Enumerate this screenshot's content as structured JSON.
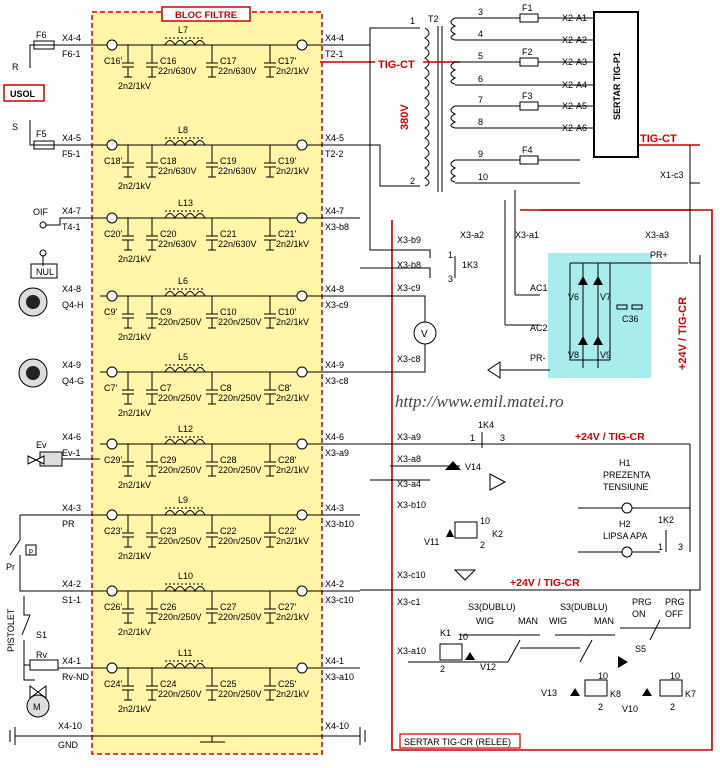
{
  "header": {
    "filter_title": "BLOC FILTRE"
  },
  "lines": [
    {
      "left": "X4-4",
      "left2": "F6-1",
      "right": "X4-4",
      "right2": "T2-1",
      "inductor": "L7",
      "caps": [
        {
          "n": "C16'",
          "v": "2n2/1kV"
        },
        {
          "n": "C16",
          "v": "22n/630V"
        },
        {
          "n": "C17",
          "v": "22n/630V"
        },
        {
          "n": "C17'",
          "v": "2n2/1kV"
        }
      ]
    },
    {
      "left": "X4-5",
      "left2": "F5-1",
      "right": "X4-5",
      "right2": "T2-2",
      "inductor": "L8",
      "caps": [
        {
          "n": "C18'",
          "v": "2n2/1kV"
        },
        {
          "n": "C18",
          "v": "22n/630V"
        },
        {
          "n": "C19",
          "v": "22n/630V"
        },
        {
          "n": "C19'",
          "v": "2n2/1kV"
        }
      ]
    },
    {
      "left": "X4-7",
      "left2": "T4-1",
      "right": "X4-7",
      "right2": "X3-b8",
      "inductor": "L13",
      "caps": [
        {
          "n": "C20'",
          "v": "2n2/1kV"
        },
        {
          "n": "C20",
          "v": "22n/630V"
        },
        {
          "n": "C21",
          "v": "22n/630V"
        },
        {
          "n": "C21'",
          "v": "2n2/1kV"
        }
      ]
    },
    {
      "left": "X4-8",
      "left2": "Q4-H",
      "right": "X4-8",
      "right2": "X3-c9",
      "inductor": "L6",
      "caps": [
        {
          "n": "C9'",
          "v": "2n2/1kV"
        },
        {
          "n": "C9",
          "v": "220n/250V"
        },
        {
          "n": "C10",
          "v": "220n/250V"
        },
        {
          "n": "C10'",
          "v": "2n2/1kV"
        }
      ]
    },
    {
      "left": "X4-9",
      "left2": "Q4-G",
      "right": "X4-9",
      "right2": "X3-c8",
      "inductor": "L5",
      "caps": [
        {
          "n": "C7'",
          "v": "2n2/1kV"
        },
        {
          "n": "C7",
          "v": "220n/250V"
        },
        {
          "n": "C8",
          "v": "220n/250V"
        },
        {
          "n": "C8'",
          "v": "2n2/1kV"
        }
      ]
    },
    {
      "left": "X4-6",
      "left2": "Ev-1",
      "right": "X4-6",
      "right2": "X3-a9",
      "inductor": "L12",
      "caps": [
        {
          "n": "C29'",
          "v": "2n2/1kV"
        },
        {
          "n": "C29",
          "v": "220n/250V"
        },
        {
          "n": "C28",
          "v": "220n/250V"
        },
        {
          "n": "C28'",
          "v": "2n2/1kV"
        }
      ]
    },
    {
      "left": "X4-3",
      "left2": "PR",
      "right": "X4-3",
      "right2": "X3-b10",
      "inductor": "L9",
      "caps": [
        {
          "n": "C23'",
          "v": "2n2/1kV"
        },
        {
          "n": "C23",
          "v": "220n/250V"
        },
        {
          "n": "C22",
          "v": "220n/250V"
        },
        {
          "n": "C22'",
          "v": "2n2/1kV"
        }
      ]
    },
    {
      "left": "X4-2",
      "left2": "S1-1",
      "right": "X4-2",
      "right2": "X3-c10",
      "inductor": "L10",
      "caps": [
        {
          "n": "C26'",
          "v": "2n2/1kV"
        },
        {
          "n": "C26",
          "v": "220n/250V"
        },
        {
          "n": "C27",
          "v": "220n/250V"
        },
        {
          "n": "C27'",
          "v": "2n2/1kV"
        }
      ]
    },
    {
      "left": "X4-1",
      "left2": "Rv-ND",
      "right": "X4-1",
      "right2": "X3-a10",
      "inductor": "L11",
      "caps": [
        {
          "n": "C24'",
          "v": "2n2/1kV"
        },
        {
          "n": "C24",
          "v": "220n/250V"
        },
        {
          "n": "C25",
          "v": "220n/250V"
        },
        {
          "n": "C25'",
          "v": "2n2/1kV"
        }
      ]
    }
  ],
  "gnd": {
    "left": "X4-10",
    "left2": "GND",
    "right": "X4-10"
  },
  "left_side": {
    "f6": "F6",
    "f5": "F5",
    "r": "R",
    "s": "S",
    "usol": "USOL",
    "oif": "OIF",
    "nul": "NUL",
    "ev": "Ev",
    "pr": "Pr",
    "pistolet": "PISTOLET",
    "s1": "S1",
    "rv": "Rv"
  },
  "transformer": {
    "name": "T2",
    "voltage": "380V",
    "label": "TIG-CT",
    "primary": [
      "1",
      "2"
    ],
    "secondary": [
      "3",
      "4",
      "5",
      "6",
      "7",
      "8",
      "9",
      "10"
    ],
    "fuses": [
      "F1",
      "F2",
      "F3",
      "F4"
    ],
    "outputs": [
      "X2-A1",
      "X2-A2",
      "X2-A3",
      "X2-A4",
      "X2-A5",
      "X2-A6"
    ],
    "box": "SERTAR TIG-P1",
    "tig_ct_right": "TIG-CT"
  },
  "connectors": {
    "x1c3": "X1-c3",
    "x3a2": "X3-a2",
    "x3a1": "X3-a1",
    "x3a3": "X3-a3",
    "x3b9": "X3-b9",
    "x3b8": "X3-b8",
    "x3c9": "X3-c9",
    "x3c8": "X3-c8",
    "x3a9": "X3-a9",
    "x3a8": "X3-a8",
    "x3a4": "X3-a4",
    "x3b10": "X3-b10",
    "x3c10": "X3-c10",
    "x3c1": "X3-c1",
    "x3a10": "X3-a10",
    "k3": "1K3",
    "k3n1": "1",
    "k3n3": "3",
    "k4": "1K4",
    "k4n1": "1",
    "k4n3": "3",
    "k2relay": "1K2",
    "k2n1": "1",
    "k2n3": "3"
  },
  "rectifier": {
    "ac1": "AC1",
    "ac2": "AC2",
    "prplus": "PR+",
    "prminus": "PR-",
    "diodes": [
      "V6",
      "V7",
      "V8",
      "V9"
    ],
    "cap": "C36",
    "supply": "+24V / TIG-CR"
  },
  "relays": {
    "v14": "V14",
    "k2": "K2",
    "v11": "V11",
    "k1": "K1",
    "v12": "V12",
    "k8": "K8",
    "v13": "V13",
    "k7": "K7",
    "v10": "V10",
    "s5": "S5",
    "n10": "10",
    "n2": "2"
  },
  "indicators": {
    "h1": "H1",
    "h1_text1": "PREZENTA",
    "h1_text2": "TENSIUNE",
    "h2": "H2",
    "h2_text": "LIPSA APA"
  },
  "switches": {
    "s3a": "S3(DUBLU)",
    "s3b": "S3(DUBLU)",
    "wig": "WIG",
    "man": "MAN",
    "wig2": "WIG",
    "man2": "MAN",
    "prg_on1": "PRG",
    "prg_on2": "ON",
    "prg_off1": "PRG",
    "prg_off2": "OFF"
  },
  "supply_labels": [
    "+24V / TIG-CR",
    "+24V / TIG-CR",
    "+24V / TIG-CR"
  ],
  "meter": "V",
  "website": "http://www.emil.matei.ro",
  "bottom_box": "SERTAR TIG-CR    (RELEE)"
}
